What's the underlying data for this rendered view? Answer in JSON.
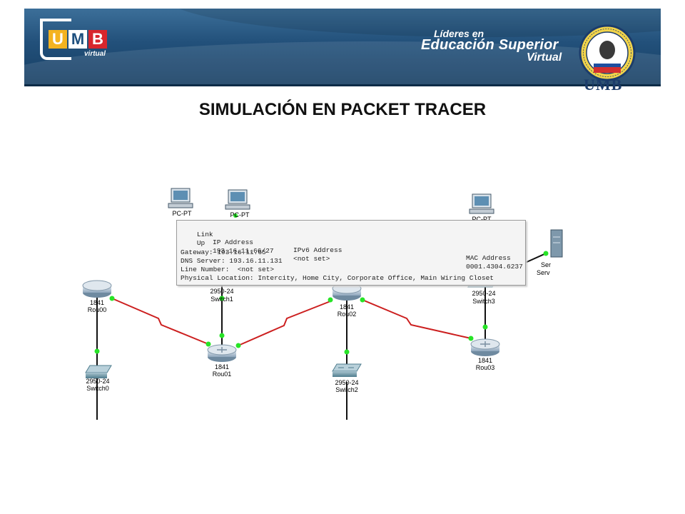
{
  "banner": {
    "logo": {
      "u": "U",
      "m": "M",
      "b": "B",
      "sub": "virtual"
    },
    "tagline": {
      "line1": "Líderes en",
      "line2": "Educación Superior",
      "line3": "Virtual"
    },
    "seal": {
      "text": "UMB",
      "ring": "UNIVERSIDAD MANUELA BELTRÁN · COLOMBIA"
    }
  },
  "title": "SIMULACIÓN EN PACKET TRACER",
  "devices": {
    "pc1": "PC-PT",
    "pc2": "PC-PT",
    "pc3": "PC-PT",
    "rou00_model": "1841",
    "rou00_name": "Rou00",
    "rou01_model": "1841",
    "rou01_name": "Rou01",
    "rou02_model": "1841",
    "rou02_name": "Rou02",
    "rou03_model": "1841",
    "rou03_name": "Rou03",
    "switch0_model": "2950-24",
    "switch0_name": "Switch0",
    "switch1_model": "2950-24",
    "switch1_name": "Switch1",
    "switch2_model": "2950-24",
    "switch2_name": "Switch2",
    "switch3_model": "2950-24",
    "switch3_name": "Switch3",
    "server_line1": "Ser",
    "server_line2": "Serv"
  },
  "tooltip": {
    "headers": {
      "link": "Link",
      "ip": "IP Address",
      "ipv6": "IPv6 Address",
      "mac": "MAC Address"
    },
    "row": {
      "link": "Up",
      "ip": "193.16.11.66/27",
      "ipv6": "<not set>",
      "mac": "0001.4304.6237"
    },
    "gateway": "Gateway: 193.16.11.65",
    "dns": "DNS Server: 193.16.11.131",
    "line": "Line Number:  <not set>",
    "location": "Physical Location: Intercity, Home City, Corporate Office, Main Wiring Closet"
  },
  "colors": {
    "serial_link": "#cc1f1f",
    "ethernet_link": "#111111",
    "link_light": "#27e427",
    "banner": "#22507a",
    "logo_u": "#f4b320",
    "logo_b": "#d8262c"
  },
  "icons": {
    "pc": "desktop-computer-icon",
    "router": "router-icon",
    "switch": "switch-icon",
    "server": "server-icon"
  }
}
